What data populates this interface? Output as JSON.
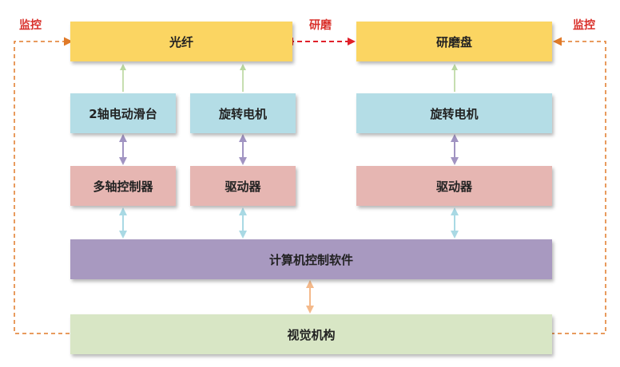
{
  "nodes": {
    "fiber": "光纤",
    "grinding_disc": "研磨盘",
    "stage_2axis": "2轴电动滑台",
    "rotary_motor_left": "旋转电机",
    "rotary_motor_right": "旋转电机",
    "multi_axis_controller": "多轴控制器",
    "driver_left": "驱动器",
    "driver_right": "驱动器",
    "control_software": "计算机控制软件",
    "vision_system": "视觉机构"
  },
  "edge_labels": {
    "monitor_left": "监控",
    "grinding": "研磨",
    "monitor_right": "监控"
  },
  "colors": {
    "yellow": "#fbd562",
    "blue": "#b4dde6",
    "pink": "#e6b6b2",
    "purple": "#a899c0",
    "green": "#d8e6c5",
    "red_arrow": "#e0202a",
    "orange_dashed": "#e07a28"
  }
}
